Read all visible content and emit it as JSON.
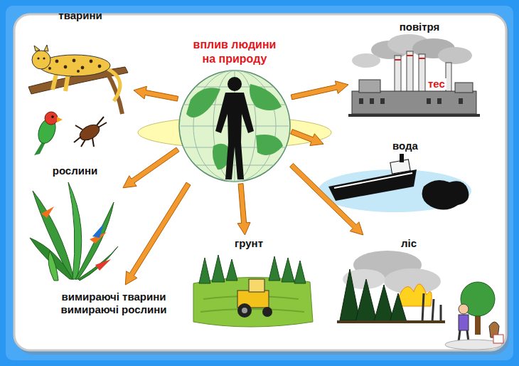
{
  "diagram": {
    "nodes": [
      {
        "text": [
          "вплив людини на природу"
        ]
      },
      {
        "text": [
          "тварини"
        ]
      },
      {
        "text": [
          "повітря"
        ]
      },
      {
        "text": [
          "рослини"
        ]
      },
      {
        "text": [
          "вода"
        ]
      },
      {
        "text": [
          "грунт"
        ]
      },
      {
        "text": [
          "ліс"
        ]
      },
      {
        "text": [
          "вимираючі тварини вимираючі рослини"
        ]
      }
    ],
    "edges": [
      {
        "from": 0,
        "to": 1,
        "arrow": "to"
      },
      {
        "from": 0,
        "to": 2,
        "arrow": "to"
      },
      {
        "from": 0,
        "to": 3,
        "arrow": "to"
      },
      {
        "from": 0,
        "to": 4,
        "arrow": "to"
      },
      {
        "from": 0,
        "to": 5,
        "arrow": "to"
      },
      {
        "from": 0,
        "to": 6,
        "arrow": "to"
      },
      {
        "from": 0,
        "to": 7,
        "arrow": "to"
      }
    ],
    "labels": [
      "тес"
    ]
  }
}
